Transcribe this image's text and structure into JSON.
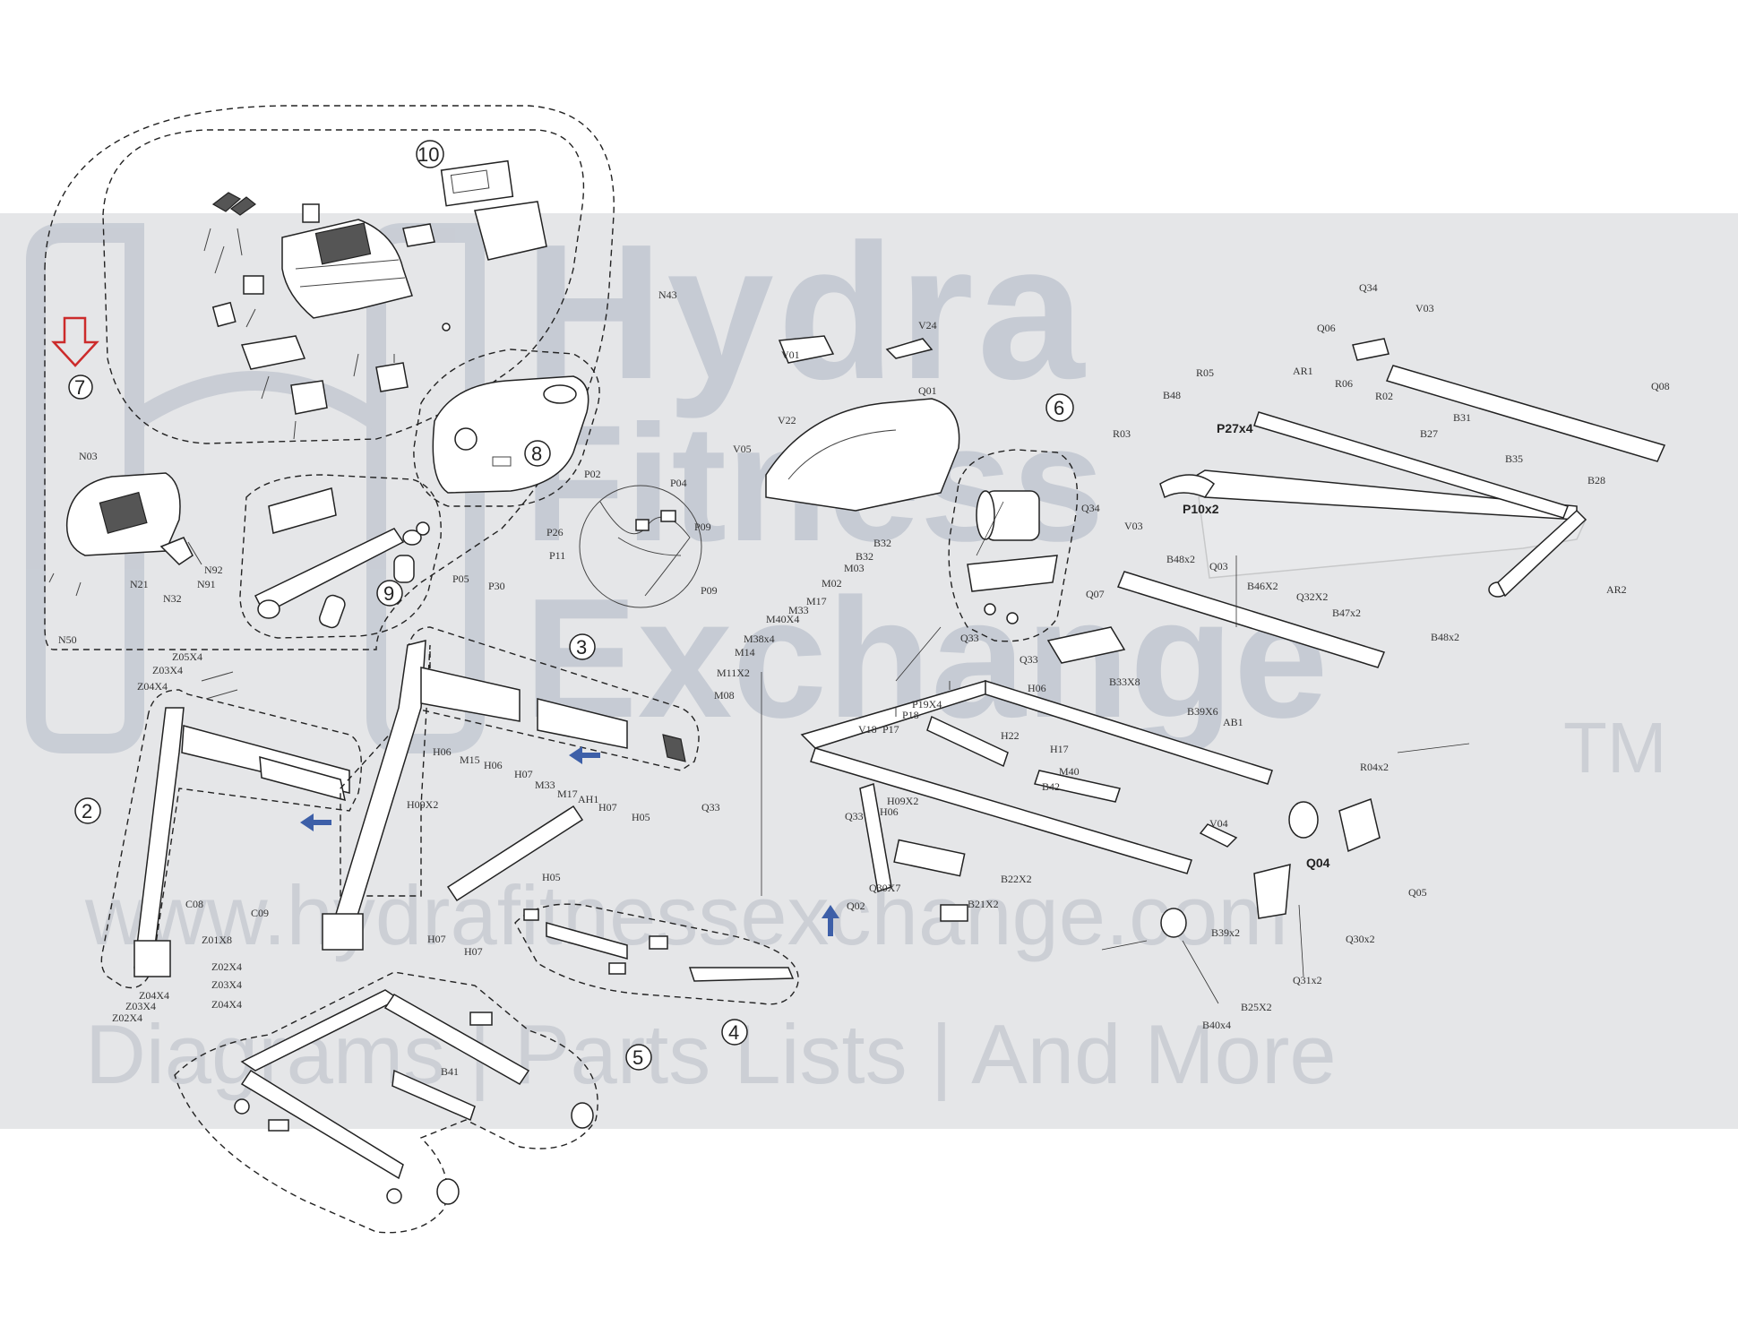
{
  "watermark": {
    "word1": "Hydra",
    "word2": "Fitness",
    "word3": "Exchange",
    "trademark": "TM",
    "website": "www.hydrafitnessexchange.com",
    "tagline": "Diagrams | Parts Lists | And More"
  },
  "group_numbers": [
    "2",
    "3",
    "4",
    "5",
    "6",
    "7",
    "8",
    "9",
    "10"
  ],
  "part_labels": {
    "N03": "N03",
    "N21": "N21",
    "N32": "N32",
    "N91": "N91",
    "N92": "N92",
    "N50": "N50",
    "N43": "N43",
    "P02": "P02",
    "P04": "P04",
    "P09a": "P09",
    "P09b": "P09",
    "P26": "P26",
    "P11": "P11",
    "P05": "P05",
    "P30": "P30",
    "V01": "V01",
    "V24": "V24",
    "V22": "V22",
    "V05": "V05",
    "Q01": "Q01",
    "Q34a": "Q34",
    "V03a": "V03",
    "Q06": "Q06",
    "Q08": "Q08",
    "R05": "R05",
    "AR1": "AR1",
    "R06": "R06",
    "R02": "R02",
    "B48": "B48",
    "P27X4": "P27x4",
    "R03": "R03",
    "B27": "B27",
    "B31": "B31",
    "B35": "B35",
    "B28": "B28",
    "P10X2": "P10x2",
    "Q34b": "Q34",
    "V03b": "V03",
    "Q07": "Q07",
    "B48X2a": "B48x2",
    "Q03": "Q03",
    "B46X2": "B46X2",
    "Q32X2": "Q32X2",
    "B47X2": "B47x2",
    "B48X2b": "B48x2",
    "AR2": "AR2",
    "B32a": "B32",
    "B32b": "B32",
    "M03": "M03",
    "M02": "M02",
    "M17a": "M17",
    "M33a": "M33",
    "M40X4": "M40X4",
    "M38X4": "M38x4",
    "M14": "M14",
    "M11X2": "M11X2",
    "M08": "M08",
    "Q33a": "Q33",
    "Q33b": "Q33",
    "Q33c": "Q33",
    "Q33d": "Q33",
    "H06a": "H06",
    "B33X8": "B33X8",
    "P19X4": "P19X4",
    "V18": "V18",
    "P17": "P17",
    "P18": "P18",
    "H22": "H22",
    "H17": "H17",
    "M40": "M40",
    "B42": "B42",
    "B39X6": "B39X6",
    "AB1": "AB1",
    "R04X2": "R04x2",
    "H09X2a": "H09X2",
    "H06b": "H06",
    "V04": "V04",
    "Q04": "Q04",
    "Q05": "Q05",
    "Q30X7": "Q30X7",
    "Q02": "Q02",
    "B22X2": "B22X2",
    "B21X2": "B21X2",
    "B39X2": "B39x2",
    "Q30X2": "Q30x2",
    "Q31X2": "Q31x2",
    "B25X2": "B25X2",
    "B40X4": "B40x4",
    "Z05X4": "Z05X4",
    "Z03X4a": "Z03X4",
    "Z04X4a": "Z04X4",
    "C08": "C08",
    "Z01X8": "Z01X8",
    "C09": "C09",
    "Z04X4b": "Z04X4",
    "Z03X4b": "Z03X4",
    "Z02X4a": "Z02X4",
    "Z02X4b": "Z02X4",
    "Z03X4c": "Z03X4",
    "Z04X4c": "Z04X4",
    "H06c": "H06",
    "M15": "M15",
    "H06d": "H06",
    "H07a": "H07",
    "M33b": "M33",
    "M17b": "M17",
    "AH1": "AH1",
    "H07b": "H07",
    "H09X2b": "H09X2",
    "H05a": "H05",
    "H05b": "H05",
    "H07c": "H07",
    "H07d": "H07",
    "B41": "B41"
  },
  "colors": {
    "line": "#222222",
    "watermark": "#aeb6c4",
    "band": "#d3d5d9",
    "red_arrow": "#cc2b2b",
    "blue_arrow": "#3d5fa8"
  }
}
